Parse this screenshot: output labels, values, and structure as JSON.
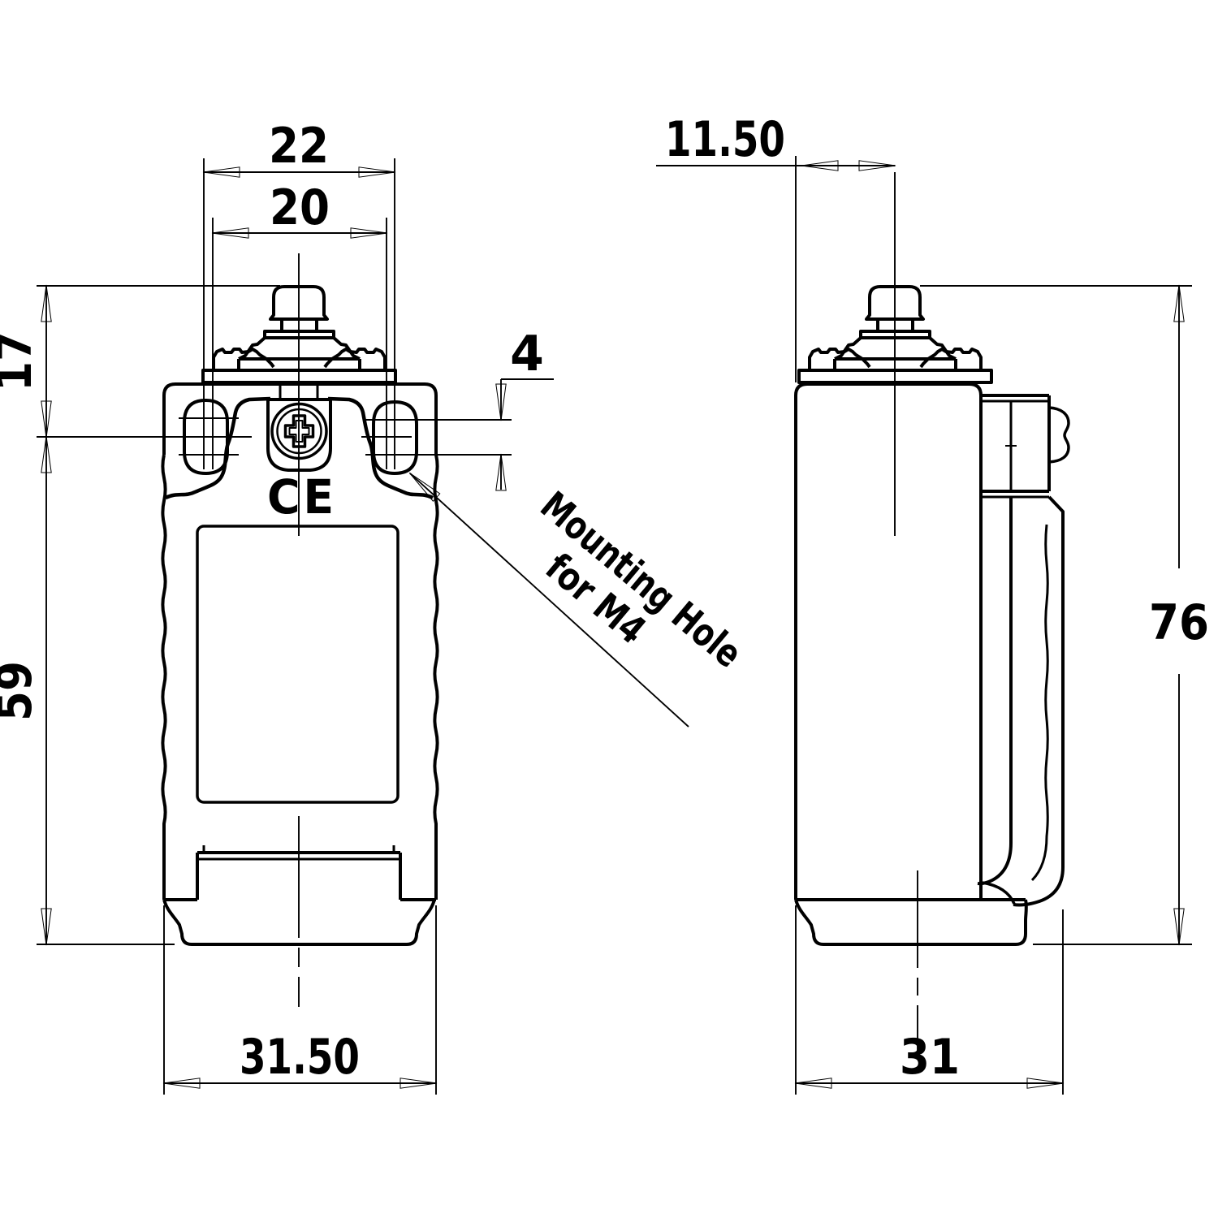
{
  "drawing": {
    "background_color": "#ffffff",
    "line_color": "#000000",
    "views": [
      {
        "id": "front",
        "name": "front view - plunger limit switch"
      },
      {
        "id": "side",
        "name": "side view - conduit entry and cover strap"
      }
    ]
  },
  "dimensions": {
    "d22": {
      "label": "22",
      "value": 22,
      "meaning": "mounting hole spacing, front view top"
    },
    "d20": {
      "label": "20",
      "value": 20,
      "meaning": "inner spacing, front view top"
    },
    "d17": {
      "label": "17",
      "value": 17,
      "meaning": "plunger top to mounting hole line, left"
    },
    "d59": {
      "label": "59",
      "value": 59,
      "meaning": "mounting hole line to body bottom, left"
    },
    "d4": {
      "label": "4",
      "value": 4,
      "meaning": "mounting slot center offset, right"
    },
    "d3150": {
      "label": "31.50",
      "value": 31.5,
      "meaning": "front view body width"
    },
    "d1150": {
      "label": "11.50",
      "value": 11.5,
      "meaning": "side face to plunger axis"
    },
    "d76": {
      "label": "76",
      "value": 76,
      "meaning": "overall height, side view"
    },
    "d31": {
      "label": "31",
      "value": 31,
      "meaning": "side view overall depth"
    }
  },
  "annotations": {
    "mounting_hole_line1": "Mounting Hole",
    "mounting_hole_line2": "for M4",
    "ce_mark": "CE"
  }
}
